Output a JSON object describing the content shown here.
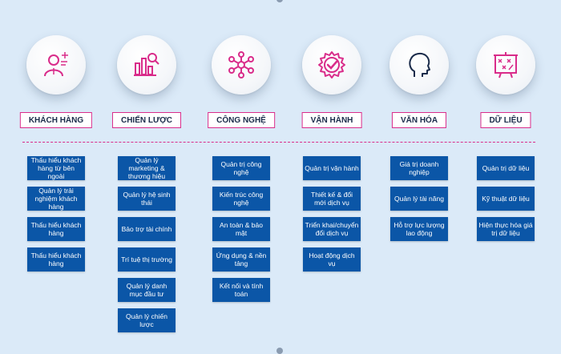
{
  "colors": {
    "background": "#dbeaf8",
    "accent_pink": "#d92c8a",
    "box_blue": "#0b56a7",
    "label_text": "#1a2b4a"
  },
  "columns": [
    {
      "label": "KHÁCH HÀNG",
      "icon": "customer-icon",
      "items": [
        "Thấu hiểu khách hàng từ bên ngoài",
        "Quản lý trải nghiệm khách hàng",
        "Thấu hiểu khách hàng",
        "Thấu hiểu khách hàng"
      ]
    },
    {
      "label": "CHIẾN LƯỢC",
      "icon": "strategy-chart-icon",
      "items": [
        "Quản lý marketing & thương hiệu",
        "Quản lý hệ sinh thái",
        "Bảo trợ tài chính",
        "Trí tuệ thị trường",
        "Quản lý danh mục đầu tư",
        "Quản lý chiến lược"
      ]
    },
    {
      "label": "CÔNG NGHỆ",
      "icon": "network-icon",
      "items": [
        "Quản trị công nghệ",
        "Kiến trúc công nghệ",
        "An toàn & bảo mật",
        "Ứng dụng & nền tảng",
        "Kết nối và tính toán"
      ]
    },
    {
      "label": "VẬN HÀNH",
      "icon": "gear-check-icon",
      "items": [
        "Quản trị vận hành",
        "Thiết kế & đổi mới dịch vụ",
        "Triển khai/chuyển đổi dịch vụ",
        "Hoạt động dịch vụ"
      ]
    },
    {
      "label": "VĂN HÓA",
      "icon": "head-profile-icon",
      "items": [
        "Giá trị doanh nghiệp",
        "Quản lý tài năng",
        "Hỗ trợ lực lượng lao động"
      ]
    },
    {
      "label": "DỮ LIỆU",
      "icon": "data-board-icon",
      "items": [
        "Quản trị dữ liệu",
        "Kỹ thuật dữ liệu",
        "Hiện thực hóa giá trị dữ liệu"
      ]
    }
  ]
}
